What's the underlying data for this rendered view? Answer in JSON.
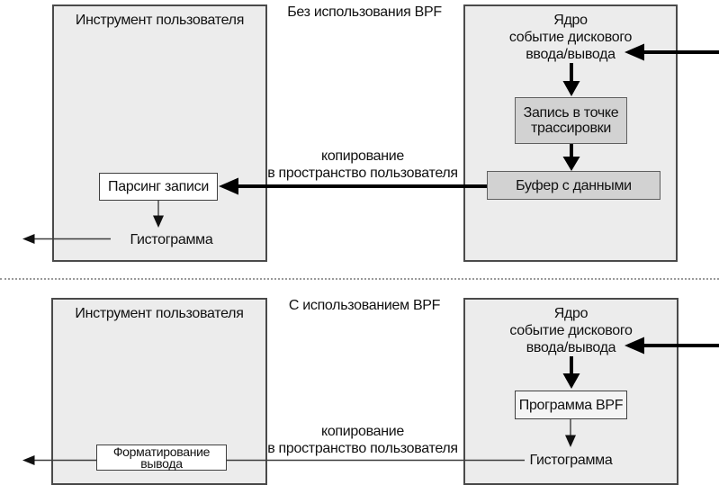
{
  "colors": {
    "box_fill": "#ececec",
    "shaded_fill": "#d2d2d2",
    "bpf_box_fill": "#f4f4f4",
    "border_dark": "#4a4a4a",
    "arrow_thick": "#000000",
    "arrow_thin": "#3d3d3d",
    "divider": "#9a9a9a"
  },
  "panels": [
    {
      "heading": "Без использования BPF",
      "user_tool": {
        "title": "Инструмент пользователя",
        "parse_box": "Парсинг записи",
        "histogram": "Гистограмма"
      },
      "kernel": {
        "title": "Ядро",
        "event_line1": "событие дискового",
        "event_line2": "ввода/вывода",
        "tracepoint_line1": "Запись в точке",
        "tracepoint_line2": "трассировки",
        "buffer": "Буфер с данными"
      },
      "copy_label_line1": "копирование",
      "copy_label_line2": "в пространство пользователя"
    },
    {
      "heading": "С использованием BPF",
      "user_tool": {
        "title": "Инструмент пользователя",
        "format_line1": "Форматирование",
        "format_line2": "вывода"
      },
      "kernel": {
        "title": "Ядро",
        "event_line1": "событие дискового",
        "event_line2": "ввода/вывода",
        "bpf_program": "Программа BPF",
        "histogram": "Гистограмма"
      },
      "copy_label_line1": "копирование",
      "copy_label_line2": "в пространство пользователя"
    }
  ]
}
